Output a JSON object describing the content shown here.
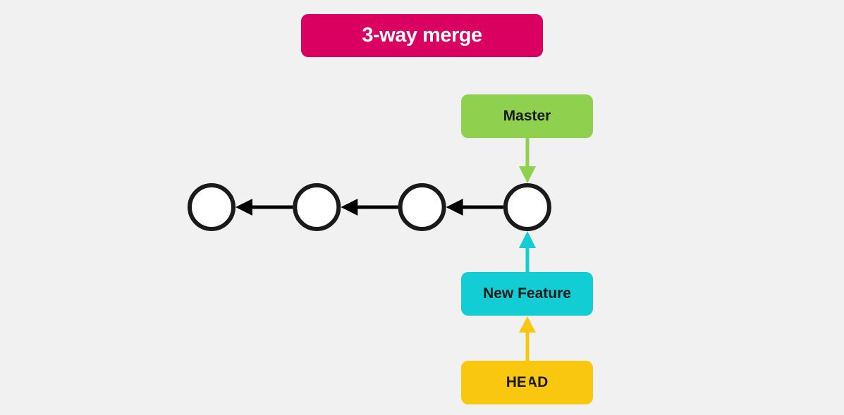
{
  "title": "3-way merge",
  "colors": {
    "title_bg": "#d90062",
    "master": "#8fd14f",
    "new_feature": "#12cdd4",
    "head": "#fac710",
    "commit_stroke": "#1a1a1a",
    "commit_fill": "#ffffff",
    "edge": "#000000"
  },
  "branches": {
    "master": {
      "label": "Master",
      "points_to_commit": 4
    },
    "new_feature": {
      "label": "New Feature",
      "points_to_commit": 4
    },
    "head": {
      "label": "HEAD",
      "points_to": "New Feature"
    }
  },
  "commits": [
    {
      "id": 1,
      "parent": null
    },
    {
      "id": 2,
      "parent": 1
    },
    {
      "id": 3,
      "parent": 2
    },
    {
      "id": 4,
      "parent": 3
    }
  ]
}
